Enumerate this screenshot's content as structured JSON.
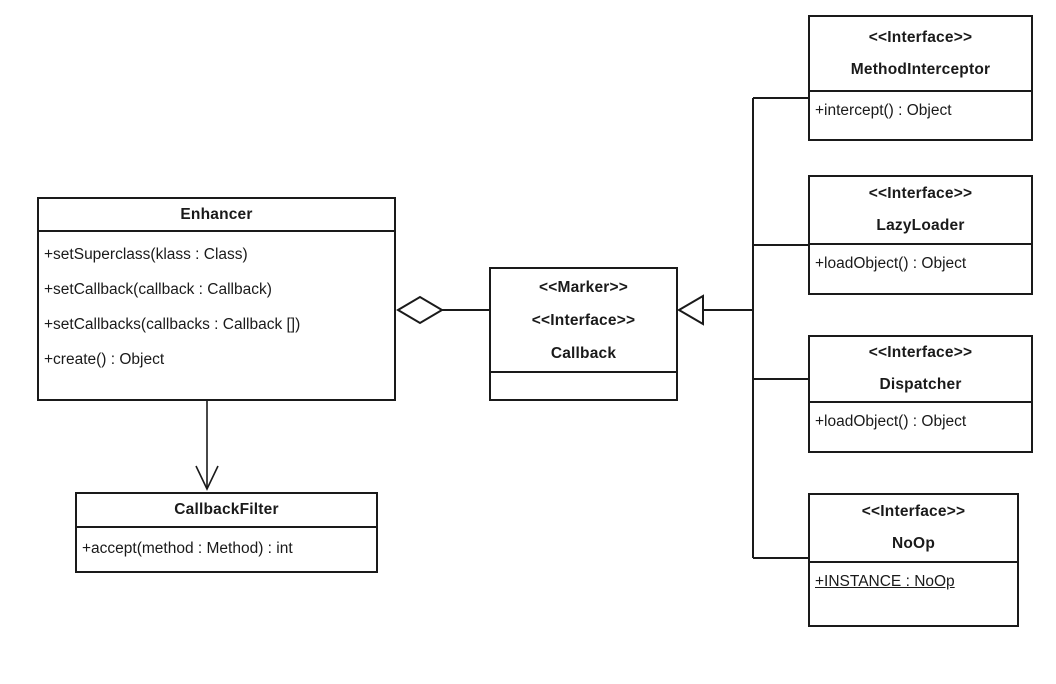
{
  "diagram": {
    "kind": "uml-class-diagram",
    "background_color": "#ffffff",
    "line_color": "#1a1a1a",
    "text_color": "#1a1a1a"
  },
  "classes": {
    "enhancer": {
      "title": "Enhancer",
      "members": [
        "+setSuperclass(klass : Class)",
        "+setCallback(callback : Callback)",
        "+setCallbacks(callbacks : Callback [])",
        "+create() : Object"
      ]
    },
    "callback_filter": {
      "title": "CallbackFilter",
      "members": [
        "+accept(method : Method) : int"
      ]
    },
    "callback": {
      "stereotype_marker": "<<Marker>>",
      "stereotype_interface": "<<Interface>>",
      "title": "Callback",
      "members": []
    },
    "method_interceptor": {
      "stereotype": "<<Interface>>",
      "title": "MethodInterceptor",
      "members": [
        "+intercept() : Object"
      ]
    },
    "lazy_loader": {
      "stereotype": "<<Interface>>",
      "title": "LazyLoader",
      "members": [
        "+loadObject() : Object"
      ]
    },
    "dispatcher": {
      "stereotype": "<<Interface>>",
      "title": "Dispatcher",
      "members": [
        "+loadObject() : Object"
      ]
    },
    "noop": {
      "stereotype": "<<Interface>>",
      "title": "NoOp",
      "members": [
        "+INSTANCE : NoOp"
      ]
    }
  },
  "relationships": [
    {
      "from": "Enhancer",
      "to": "Callback",
      "type": "aggregation"
    },
    {
      "from": "Enhancer",
      "to": "CallbackFilter",
      "type": "directed-association"
    },
    {
      "from": "MethodInterceptor",
      "to": "Callback",
      "type": "generalization"
    },
    {
      "from": "LazyLoader",
      "to": "Callback",
      "type": "generalization"
    },
    {
      "from": "Dispatcher",
      "to": "Callback",
      "type": "generalization"
    },
    {
      "from": "NoOp",
      "to": "Callback",
      "type": "generalization"
    }
  ]
}
